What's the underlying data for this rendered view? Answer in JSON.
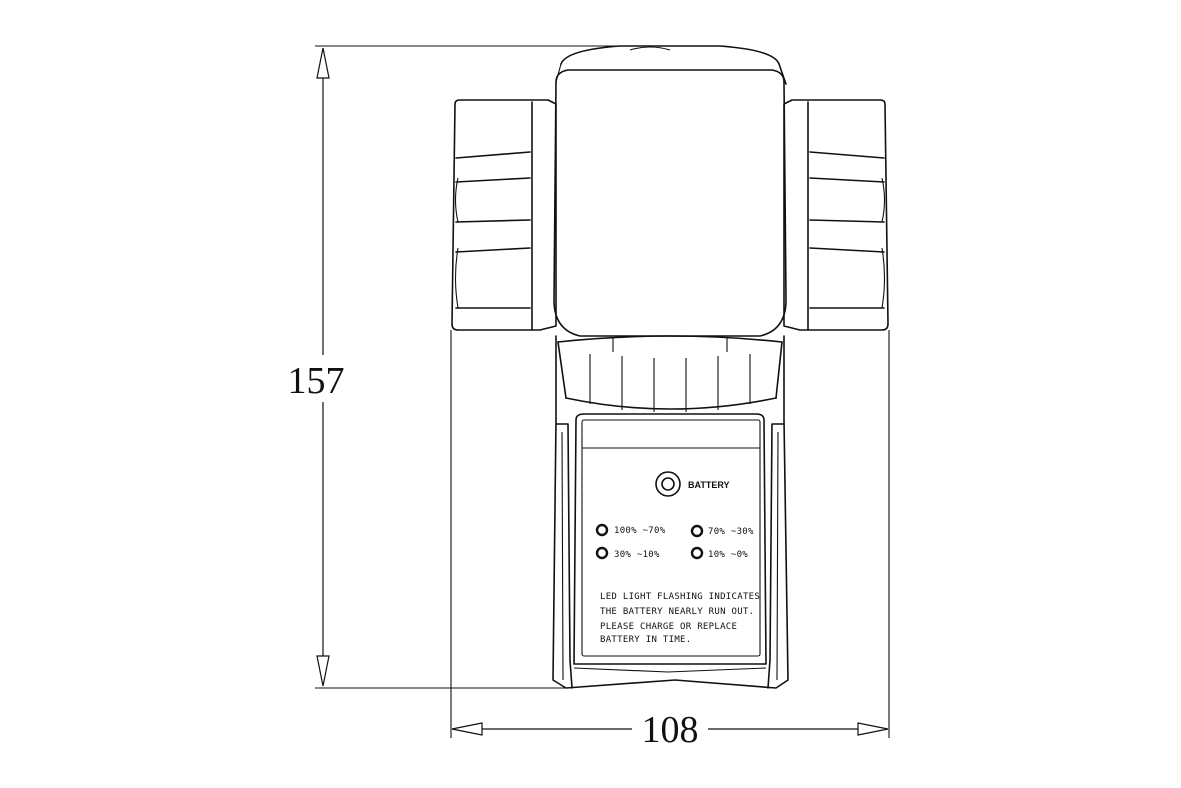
{
  "dimensions": {
    "height": "157",
    "width": "108"
  },
  "panel": {
    "battery_label": "BATTERY",
    "indicators": [
      {
        "label": "100% ~70%"
      },
      {
        "label": "70% ~30%"
      },
      {
        "label": "30% ~10%"
      },
      {
        "label": "10% ~0%"
      }
    ],
    "notice_lines": [
      "LED LIGHT FLASHING INDICATES",
      "THE BATTERY NEARLY RUN OUT.",
      "PLEASE CHARGE OR REPLACE",
      "BATTERY IN TIME."
    ]
  }
}
